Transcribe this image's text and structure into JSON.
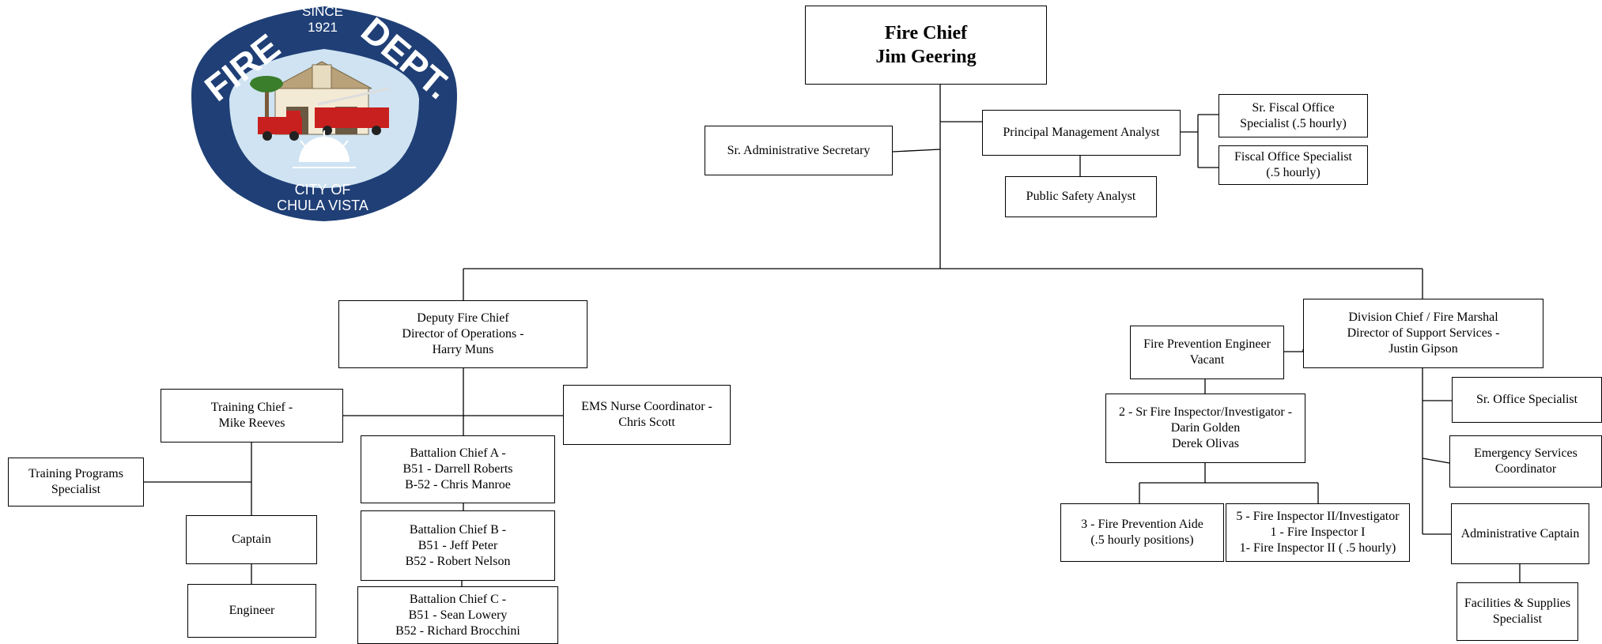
{
  "logo": {
    "since": "SINCE",
    "year": "1921",
    "fire": "FIRE",
    "dept": "DEPT.",
    "city_line1": "CITY OF",
    "city_line2": "CHULA VISTA",
    "colors": {
      "navy": "#1f3f76",
      "sky": "#cfe3f2",
      "fire_red": "#c8201e",
      "palm": "#3a7d2a"
    }
  },
  "chart": {
    "fire_chief": [
      "Fire Chief",
      "Jim Geering"
    ],
    "sr_admin_secretary": [
      "Sr. Administrative Secretary"
    ],
    "principal_mgmt_analyst": [
      "Principal Management Analyst"
    ],
    "sr_fiscal_office_specialist": [
      "Sr. Fiscal Office",
      "Specialist (.5 hourly)"
    ],
    "fiscal_office_specialist": [
      "Fiscal Office Specialist",
      "(.5 hourly)"
    ],
    "public_safety_analyst": [
      "Public Safety Analyst"
    ],
    "deputy_fire_chief": [
      "Deputy Fire Chief",
      "Director of Operations -",
      "Harry Muns"
    ],
    "training_chief": [
      "Training  Chief -",
      "Mike Reeves"
    ],
    "ems_nurse": [
      "EMS Nurse Coordinator -",
      "Chris Scott"
    ],
    "training_programs": [
      "Training Programs",
      "Specialist"
    ],
    "captain": [
      "Captain"
    ],
    "engineer": [
      "Engineer"
    ],
    "battalion_a": [
      "Battalion Chief A -",
      "B51 - Darrell Roberts",
      "B-52 - Chris Manroe"
    ],
    "battalion_b": [
      "Battalion Chief B -",
      "B51 - Jeff Peter",
      "B52 - Robert Nelson"
    ],
    "battalion_c": [
      "Battalion Chief  C -",
      "B51 - Sean Lowery",
      "B52 - Richard Brocchini"
    ],
    "division_chief": [
      "Division Chief / Fire Marshal",
      "Director of Support Services -",
      "Justin Gipson"
    ],
    "fire_prevention_engineer": [
      "Fire Prevention Engineer",
      "Vacant"
    ],
    "sr_fire_inspector": [
      "2 - Sr Fire Inspector/Investigator -",
      "Darin Golden",
      "Derek Olivas"
    ],
    "fire_prevention_aide": [
      "3 - Fire Prevention Aide",
      "(.5 hourly positions)"
    ],
    "fire_inspector_ii": [
      "5 - Fire Inspector II/Investigator",
      "1 - Fire Inspector I",
      "1- Fire Inspector II ( .5 hourly)"
    ],
    "sr_office_specialist": [
      "Sr. Office Specialist"
    ],
    "emergency_services": [
      "Emergency Services",
      "Coordinator"
    ],
    "administrative_captain": [
      "Administrative Captain"
    ],
    "facilities_supplies": [
      "Facilities & Supplies",
      "Specialist"
    ]
  }
}
